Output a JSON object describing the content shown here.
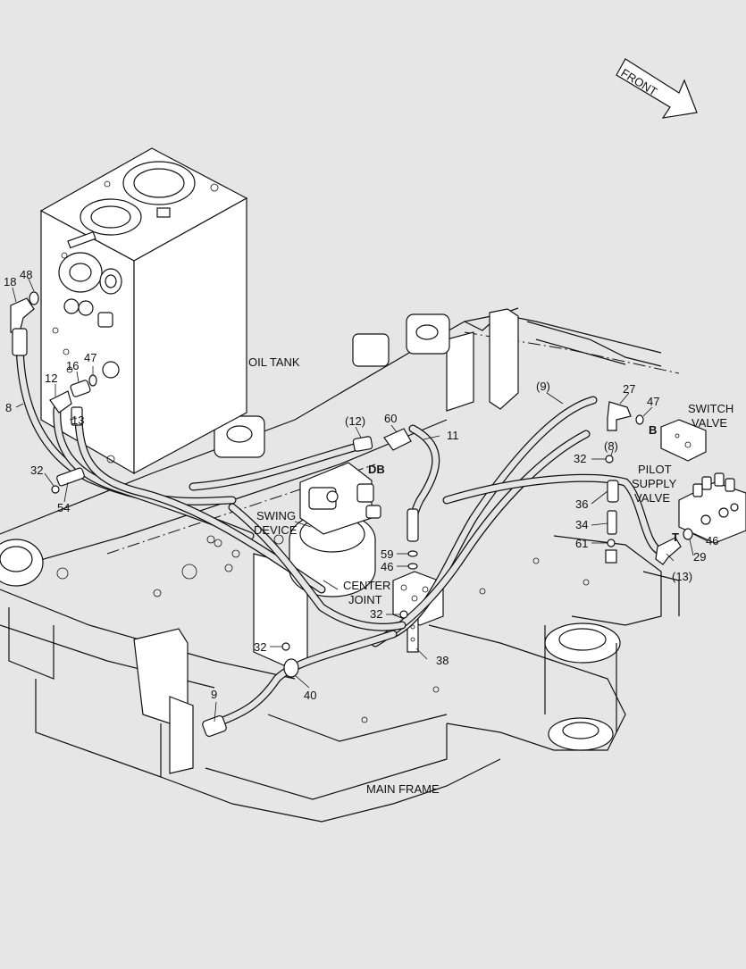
{
  "diagram": {
    "front_label": "FRONT",
    "components": {
      "oil_tank": "OIL TANK",
      "swing_device": "SWING DEVICE",
      "center_joint": "CENTER JOINT",
      "main_frame": "MAIN FRAME",
      "switch_valve": "SWITCH VALVE",
      "pilot_supply_valve": "PILOT SUPPLY VALVE"
    },
    "ports": [
      "DB",
      "B",
      "T"
    ],
    "callouts": [
      "18",
      "48",
      "8",
      "12",
      "16",
      "47",
      "13",
      "32",
      "54",
      "(12)",
      "60",
      "11",
      "(9)",
      "27",
      "47",
      "(8)",
      "32",
      "36",
      "34",
      "61",
      "46",
      "29",
      "(13)",
      "59",
      "46",
      "32",
      "38",
      "32",
      "40",
      "9"
    ]
  }
}
